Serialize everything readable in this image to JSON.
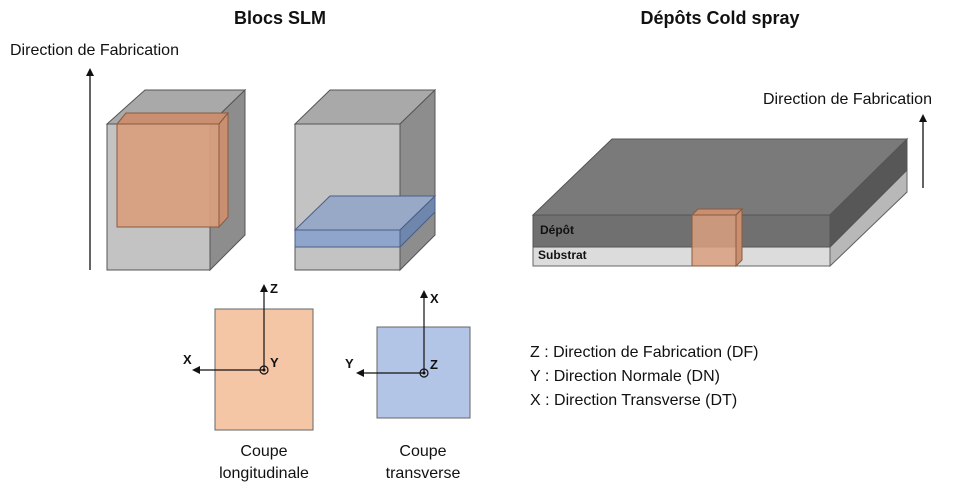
{
  "titles": {
    "slm": "Blocs SLM",
    "cold_spray": "Dépôts Cold spray"
  },
  "build_direction": {
    "left": "Direction de Fabrication",
    "right": "Direction de Fabrication"
  },
  "layers": {
    "depot": "Dépôt",
    "substrat": "Substrat"
  },
  "sections": {
    "longitudinal": {
      "line1": "Coupe",
      "line2": "longitudinale",
      "axis_up": "Z",
      "axis_left": "X",
      "axis_out": "Y"
    },
    "transverse": {
      "line1": "Coupe",
      "line2": "transverse",
      "axis_up": "X",
      "axis_left": "Y",
      "axis_out": "Z"
    }
  },
  "legend": [
    "Z : Direction de Fabrication (DF)",
    "Y : Direction Normale (DN)",
    "X : Direction Transverse (DT)"
  ],
  "colors": {
    "orange": "#d9a07f",
    "blue": "#8fa5cc",
    "gray_front": "#c3c3c3",
    "gray_side": "#8d8d8d",
    "gray_top": "#a9a9a9"
  }
}
